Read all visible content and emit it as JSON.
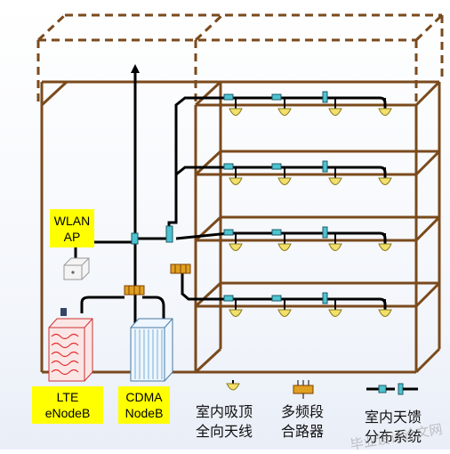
{
  "labels": {
    "wlan": [
      "WLAN",
      "AP"
    ],
    "lte": [
      "LTE",
      "eNodeB"
    ],
    "cdma": [
      "CDMA",
      "NodeB"
    ]
  },
  "legend": {
    "antenna": [
      "室内吸顶",
      "全向天线"
    ],
    "combiner": [
      "多频段",
      "合路器"
    ],
    "das": [
      "室内天馈",
      "分布系统"
    ]
  },
  "watermark": "毕业设计论文网",
  "colors": {
    "building": "#7a4a1c",
    "label_bg": "#ffff00",
    "cable": "#000000",
    "coupler": "#4fc3d0",
    "antenna": "#f2e06a",
    "combiner": "#e0a020"
  },
  "floors": 4,
  "antennas_per_floor": 4
}
